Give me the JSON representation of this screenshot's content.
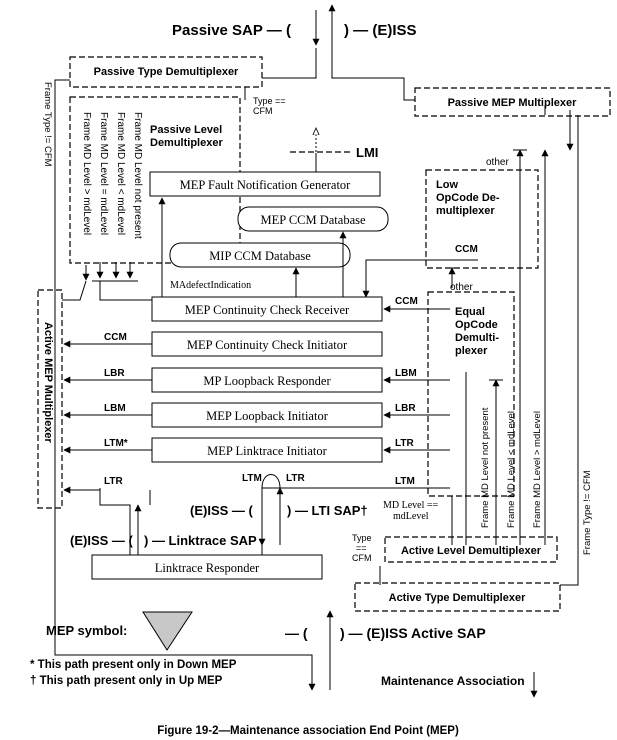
{
  "labels": {
    "passive_sap": "Passive SAP — (",
    "passive_eiss": ") — (E)ISS",
    "passive_type_demux": "Passive Type Demultiplexer",
    "frame_type_neq_cfm_left": "Frame Type != CFM",
    "frame_type_neq_cfm_right": "Frame Type != CFM",
    "type_cfm_top": [
      "Type ==",
      "CFM"
    ],
    "passive_level_demux": [
      "Passive Level",
      "Demultiplexer"
    ],
    "vert_lvl_gt": "Frame MD Level > mdLevel",
    "vert_lvl_eq": "Frame MD Level = mdLevel",
    "vert_lvl_lt": "Frame MD Level < mdLevel",
    "vert_lvl_np": "Frame MD Level not present",
    "lmi": "LMI",
    "passive_mep_mux": "Passive MEP Multiplexer",
    "other_1": "other",
    "low_opcode_demux": [
      "Low",
      "OpCode De-",
      "multiplexer"
    ],
    "ccm_right": "CCM",
    "other_2": "other",
    "equal_opcode_demux": [
      "Equal",
      "OpCode",
      "Demulti-",
      "plexer"
    ],
    "active_mep_mux": "Active MEP Multiplexer",
    "madefect": "MAdefectIndication",
    "ccm_recv_in": "CCM",
    "ccm_out": "CCM",
    "lbr_out": "LBR",
    "lbm_out": "LBM",
    "ltm_out": "LTM*",
    "ltr_out": "LTR",
    "lbm_in": "LBM",
    "lbr_in": "LBR",
    "ltr_in": "LTR",
    "ltm_in": "LTM",
    "ltm_mid": "LTM",
    "ltr_mid": "LTR",
    "md_level_eq": [
      "MD Level ==",
      "mdLevel"
    ],
    "eiss_lti": "(E)ISS — (",
    "lti_sap": ") — LTI SAP†",
    "eiss_linktrace": "(E)ISS — (",
    "linktrace_sap": ") — Linktrace SAP",
    "vert_act_np": "Frame MD Level not present",
    "vert_act_lt": "Frame MD Level < mdLevel",
    "vert_act_gt": "Frame MD Level > mdLevel",
    "type_cfm_bottom": [
      "Type",
      "==",
      "CFM"
    ],
    "active_level_demux": "Active Level Demultiplexer",
    "active_type_demux": "Active Type Demultiplexer",
    "mep_symbol": "MEP symbol:",
    "active_paren": "— (",
    "active_sap": ") — (E)ISS Active SAP",
    "note_down": "*  This path present only in Down MEP",
    "note_up": "†  This path present only in Up MEP",
    "maint_assoc": "Maintenance Association",
    "caption": "Figure 19-2—Maintenance association End Point (MEP)"
  },
  "boxes": {
    "fault_notif": "MEP Fault Notification Generator",
    "mep_ccm_db": "MEP CCM Database",
    "mip_ccm_db": "MIP CCM Database",
    "cc_receiver": "MEP Continuity Check Receiver",
    "cc_initiator": "MEP Continuity Check Initiator",
    "lb_responder": "MP Loopback Responder",
    "lb_initiator": "MEP Loopback Initiator",
    "lt_initiator": "MEP Linktrace Initiator",
    "lt_responder": "Linktrace Responder"
  }
}
